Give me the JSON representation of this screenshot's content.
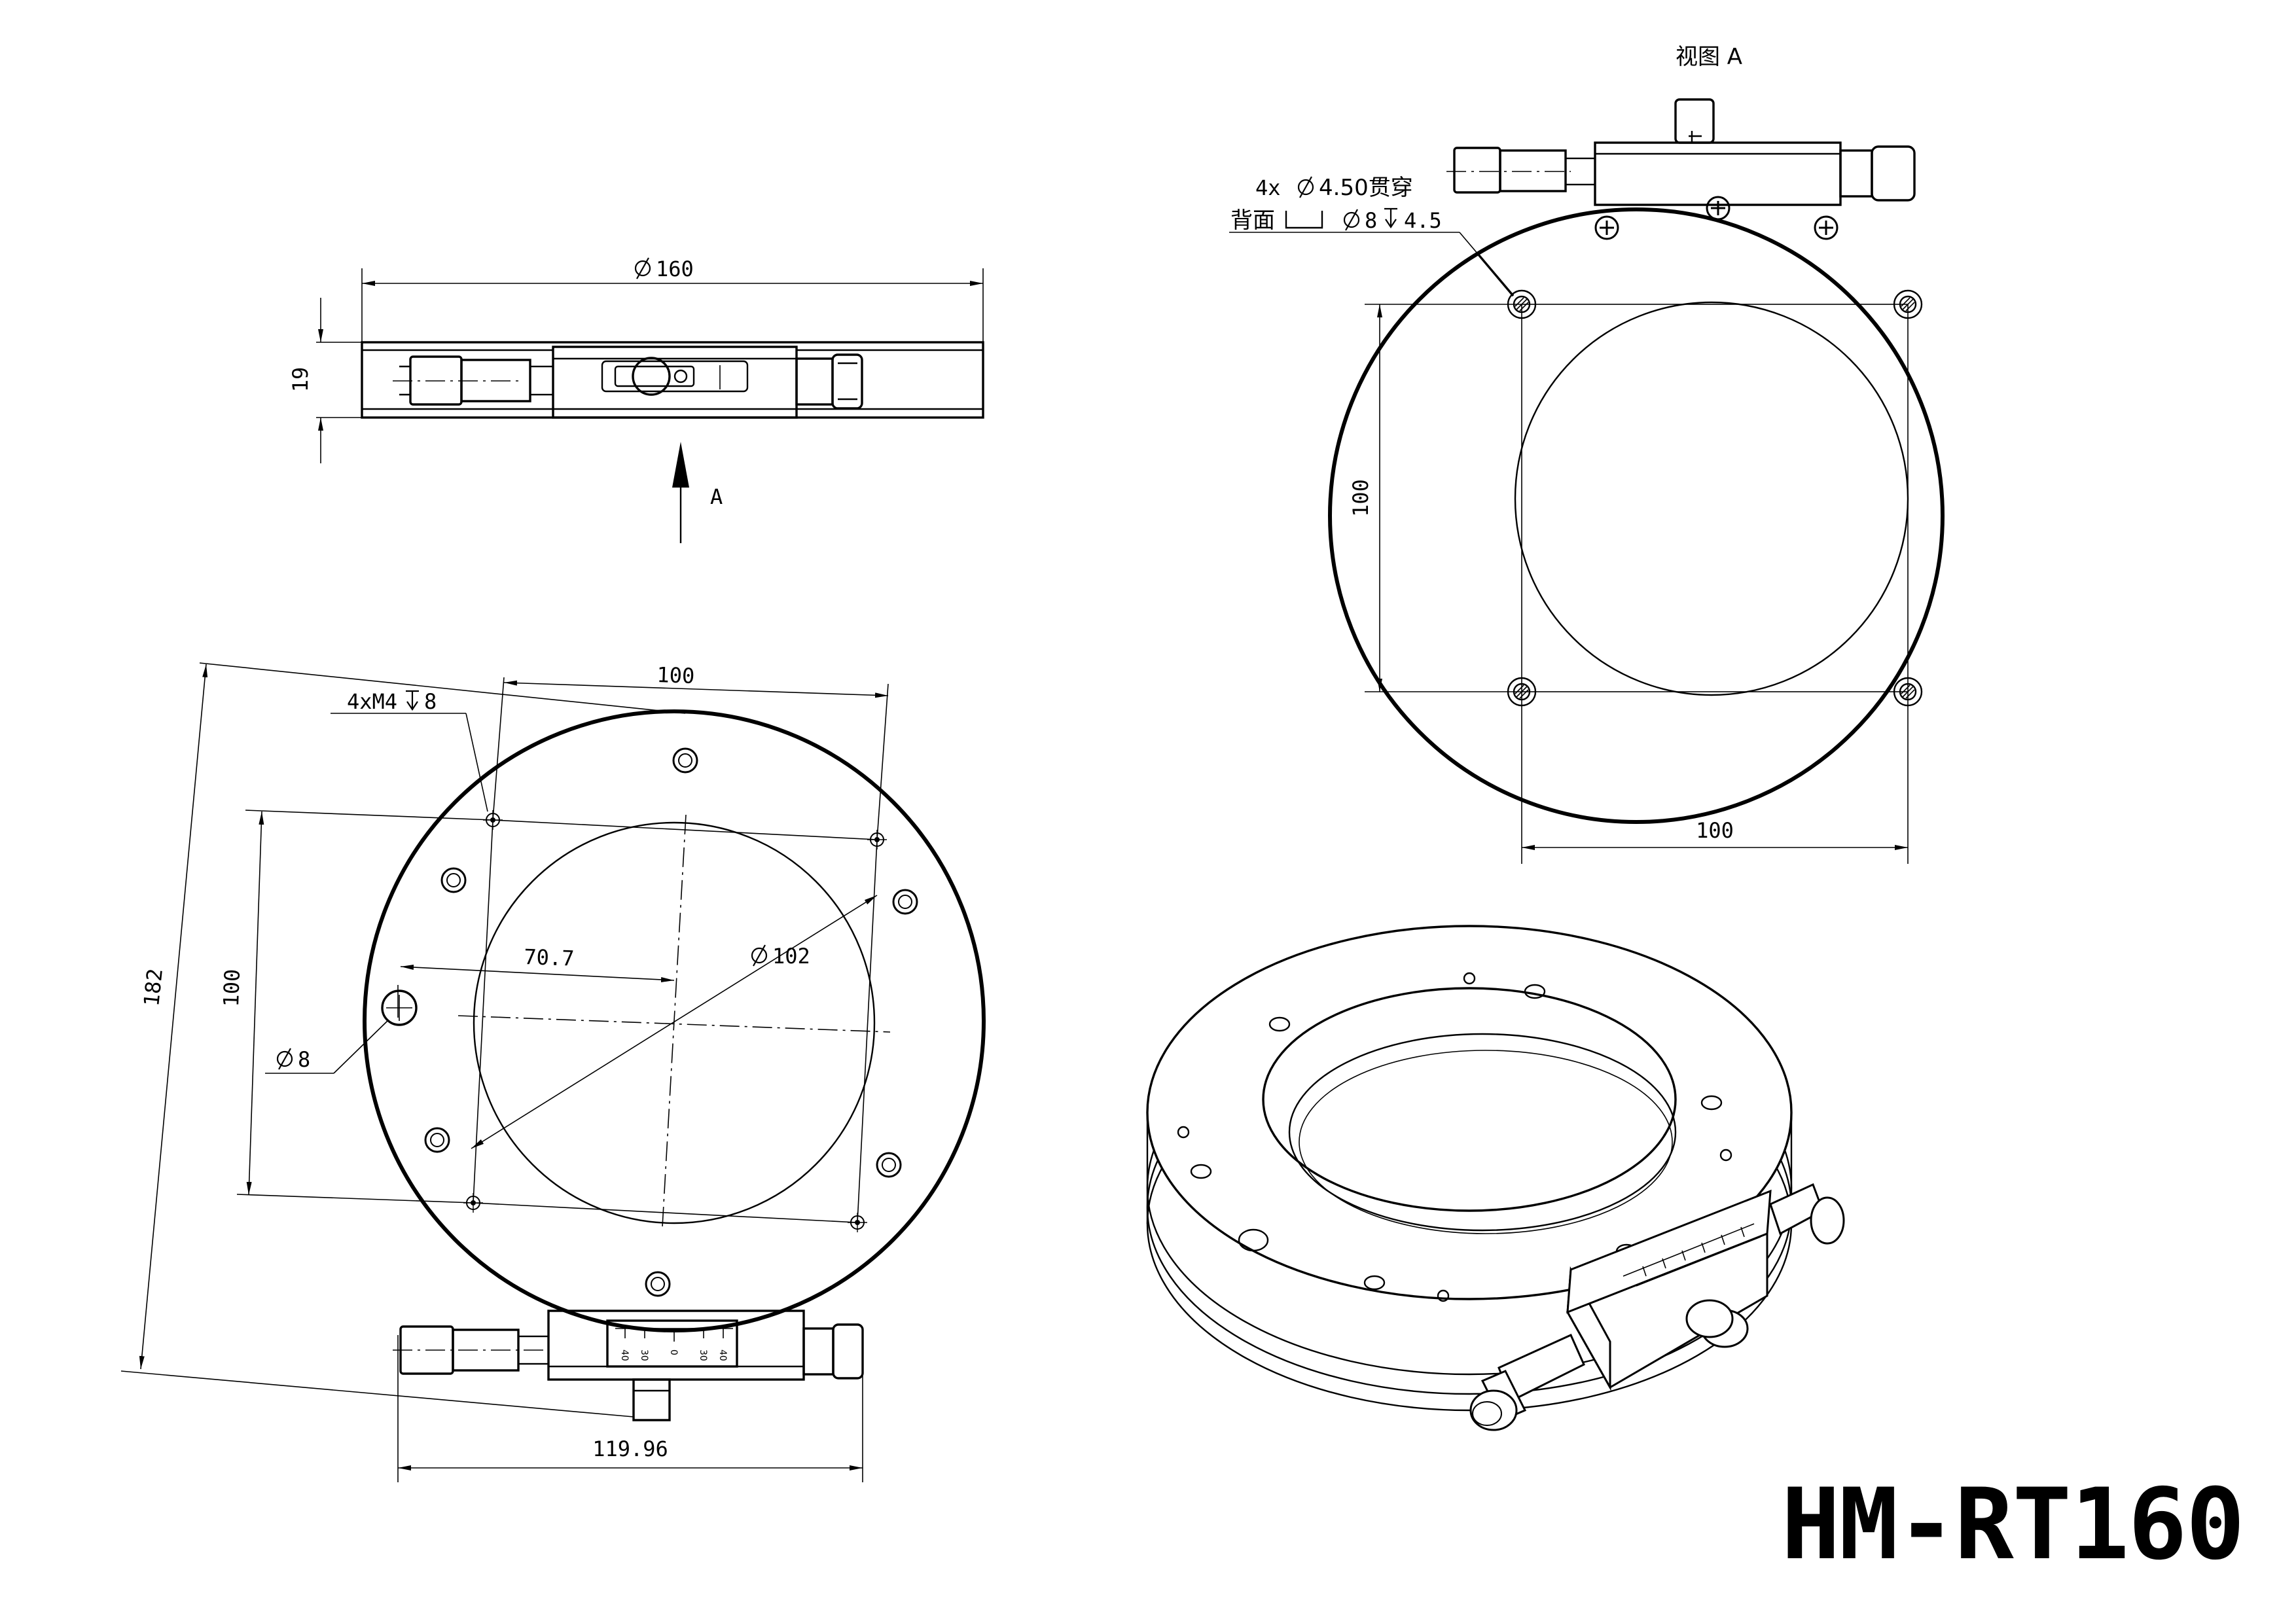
{
  "model": "HM-RT160",
  "view_label": "视图 A",
  "arrow_label": "A",
  "dims": {
    "diameter_160": "160",
    "height_19": "19",
    "side_100_top": "100",
    "side_100_left": "100",
    "length_182": "182",
    "offset_70_7": "70.7",
    "diameter_102": "102",
    "diameter_8": "8",
    "width_119_96": "119.96",
    "view_a_100_side": "100",
    "view_a_100_bottom": "100"
  },
  "callouts": {
    "m4_prefix": "4xM4",
    "m4_depth": "8",
    "thru_holes": "4x",
    "thru_size": "4.50贯穿",
    "back_face": "背面",
    "cbore_dia": "8",
    "cbore_depth": "4.5"
  },
  "scale_ticks": [
    "40",
    "30",
    "0",
    "30",
    "40"
  ]
}
